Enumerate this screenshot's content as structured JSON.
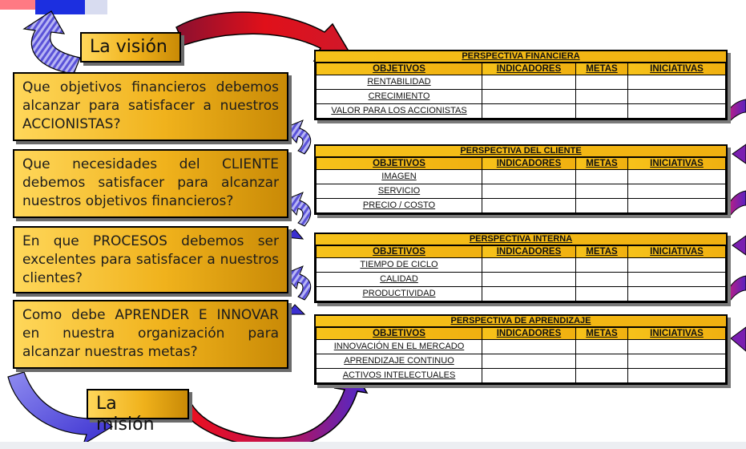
{
  "vision_label": "La visión",
  "mission_label": "La misión",
  "questions": [
    "Que objetivos financieros debemos alcanzar para satisfacer a nuestros ACCIONISTAS?",
    "Que necesidades del CLIENTE debemos satisfacer para alcanzar nuestros objetivos financieros?",
    "En que PROCESOS debemos ser excelentes para satisfacer a nuestros clientes?",
    "Como debe APRENDER E INNOVAR en nuestra organización para alcanzar nuestras metas?"
  ],
  "headers": {
    "objetivos": "OBJETIVOS",
    "indicadores": "INDICADORES",
    "metas": "METAS",
    "iniciativas": "INICIATIVAS"
  },
  "tables": [
    {
      "title": "PERSPECTIVA FINANCIERA",
      "rows": [
        "RENTABILIDAD",
        "CRECIMIENTO",
        "VALOR PARA LOS ACCIONISTAS"
      ]
    },
    {
      "title": "PERSPECTIVA DEL CLIENTE",
      "rows": [
        "IMAGEN",
        "SERVICIO",
        "PRECIO / COSTO"
      ]
    },
    {
      "title": "PERSPECTIVA INTERNA",
      "rows": [
        "TIEMPO DE CICLO",
        "CALIDAD",
        "PRODUCTIVIDAD"
      ]
    },
    {
      "title": "PERSPECTIVA DE APRENDIZAJE",
      "rows": [
        "INNOVACIÓN EN EL MERCADO",
        "APRENDIZAJE CONTINUO",
        "ACTIVOS INTELECTUALES"
      ]
    }
  ],
  "colors": {
    "gold_light": "#ffd75a",
    "gold_dark": "#c98a06",
    "arrow_red": "#e0101a",
    "arrow_blue": "#4a3fd8",
    "arrow_purple": "#7a1fb0"
  }
}
